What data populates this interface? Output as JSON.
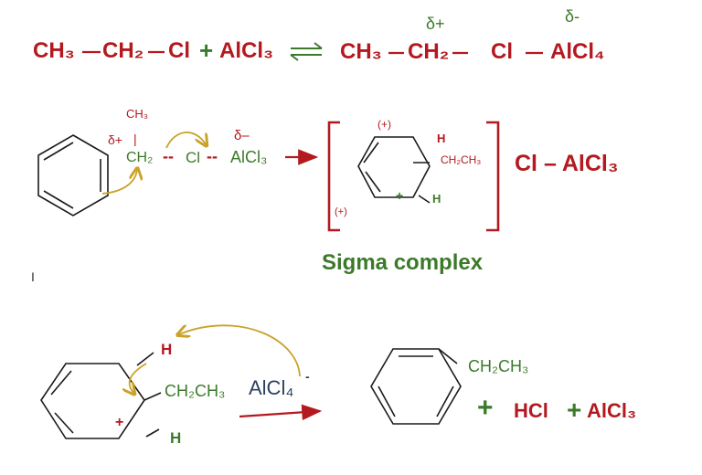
{
  "row1": {
    "reactant_ch3": "CH₃",
    "reactant_ch2": "CH₂",
    "reactant_cl": "Cl",
    "plus": "+",
    "catalyst": "AlCl₃",
    "product_ch3": "CH₃",
    "product_ch2": "CH₂",
    "product_cl": "Cl",
    "product_alcl4": "AlCl₄",
    "delta_plus": "δ+",
    "delta_minus": "δ-"
  },
  "row2": {
    "ch3": "CH₃",
    "delta_plus": "δ+",
    "bar": "|",
    "ch2": "CH₂",
    "dashes1": "--",
    "cl": "Cl",
    "dashes2": "--",
    "alcl3": "AlCl₃",
    "delta_minus": "δ–",
    "charge_top": "(+)",
    "h_top": "H",
    "ethyl": "CH₂CH₃",
    "plus_inner": "+",
    "h_bottom": "H",
    "charge_left": "(+)",
    "counter_ion": "Cl – AlCl₃",
    "caption": "Sigma complex"
  },
  "stray_mark": "I",
  "row3": {
    "h_top": "H",
    "ethyl": "CH₂CH₃",
    "alcl4": "AlCl₄",
    "minus": "-",
    "plus_inner": "+",
    "h_bottom": "H",
    "product_ethyl": "CH₂CH₃",
    "plus1": "+",
    "hcl": "HCl",
    "plus2": "+",
    "alcl3": "AlCl₃"
  },
  "colors": {
    "red": "#b3191f",
    "green": "#3c7a2a",
    "navy": "#2d3f5e",
    "arrow_gold": "#c9a227",
    "ring": "#1a1a1a"
  }
}
